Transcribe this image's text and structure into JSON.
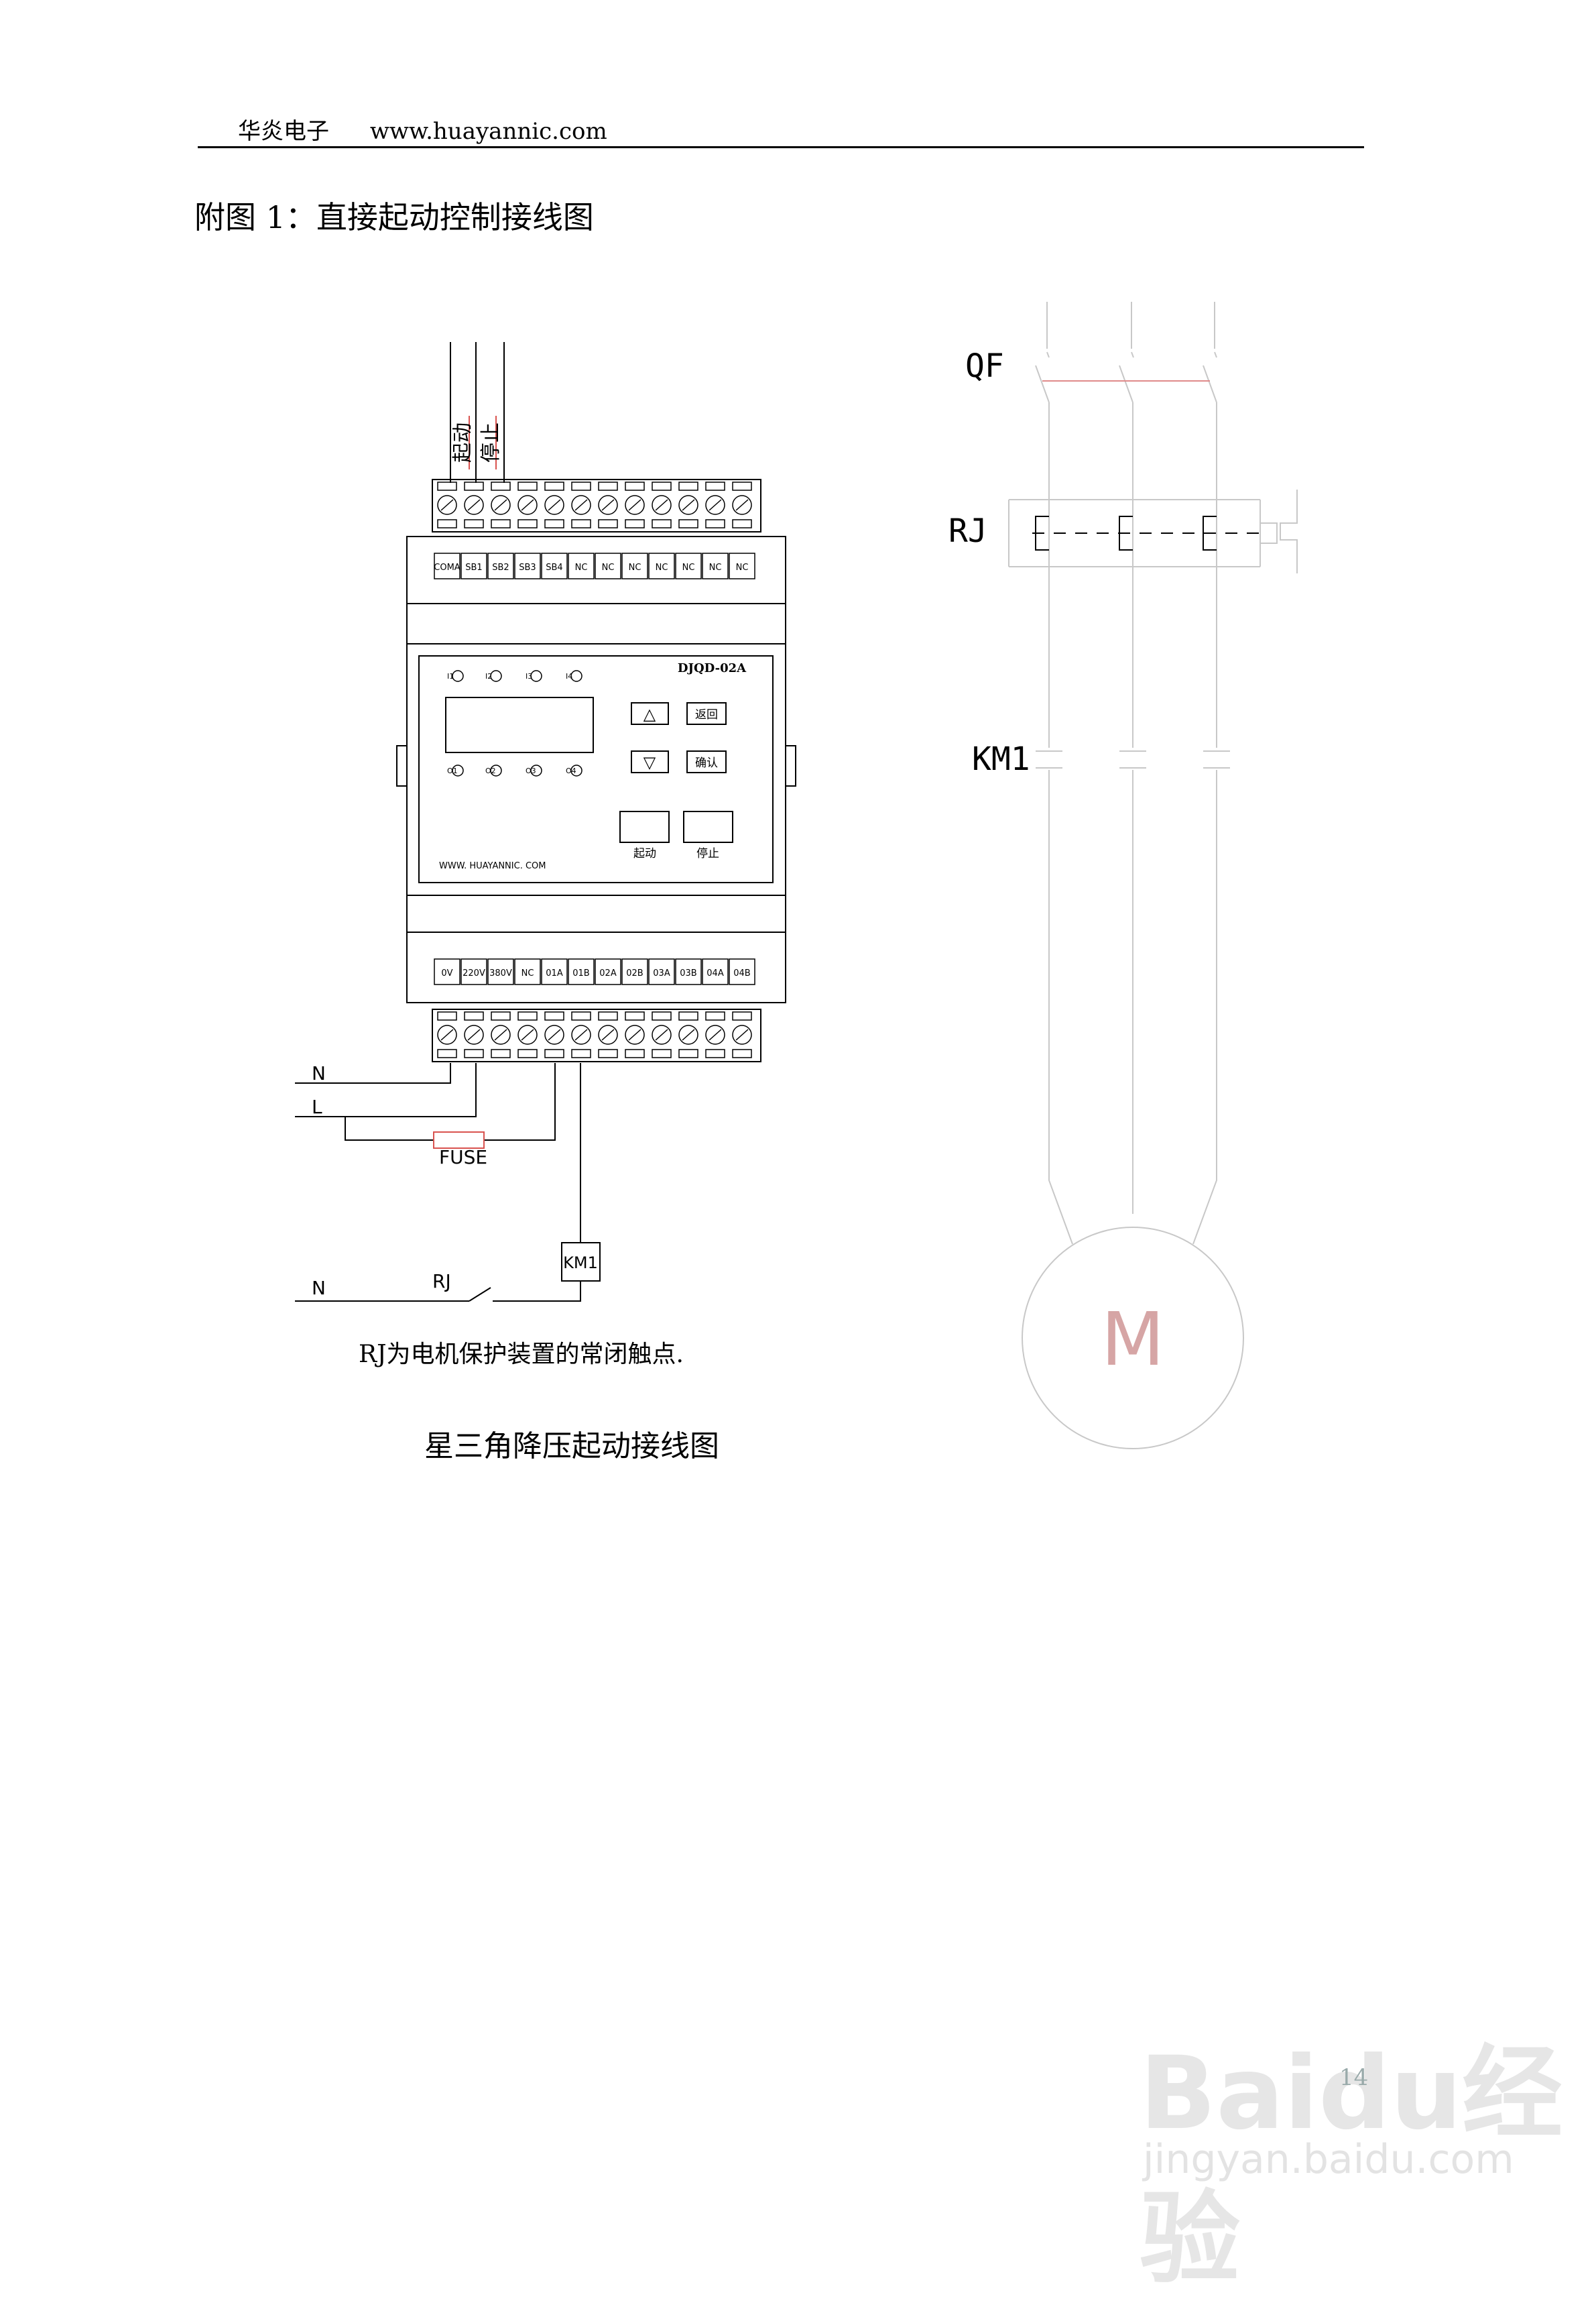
{
  "header": {
    "company": "华炎电子",
    "website": "www.huayannic.com"
  },
  "caption": "附图 1：直接起动控制接线图",
  "left_diagram": {
    "top_terminals": [
      "COMA",
      "SB1",
      "SB2",
      "SB3",
      "SB4",
      "NC",
      "NC",
      "NC",
      "NC",
      "NC",
      "NC",
      "NC"
    ],
    "bottom_terminals": [
      "0V",
      "220V",
      "380V",
      "NC",
      "01A",
      "01B",
      "02A",
      "02B",
      "03A",
      "03B",
      "04A",
      "04B"
    ],
    "input_wire_labels": [
      "起动",
      "停止"
    ],
    "model": "DJQD-02A",
    "inputs": [
      "I1",
      "I2",
      "I3",
      "I4"
    ],
    "outputs": [
      "O1",
      "O2",
      "O3",
      "O4"
    ],
    "up_symbol": "△",
    "down_symbol": "▽",
    "back_button": "返回",
    "confirm_button": "确认",
    "start_button": "起动",
    "stop_button": "停止",
    "panel_url": "WWW. HUAYANNIC. COM",
    "line_N1": "N",
    "line_L": "L",
    "fuse": "FUSE",
    "coil": "KM1",
    "line_N2": "N",
    "contact": "RJ"
  },
  "note": "RJ为电机保护装置的常闭触点.",
  "subtitle": "星三角降压起动接线图",
  "right_diagram": {
    "breaker": "QF",
    "thermal_relay": "RJ",
    "contactor": "KM1",
    "motor": "M"
  },
  "page_number": "14",
  "watermark": {
    "brand": "Baidu经验",
    "url": "jingyan.baidu.com"
  },
  "colors": {
    "wire": "#000000",
    "power_line": "#c8c8c8",
    "red_line": "#d9534f",
    "watermark": "#e3e3e3"
  }
}
